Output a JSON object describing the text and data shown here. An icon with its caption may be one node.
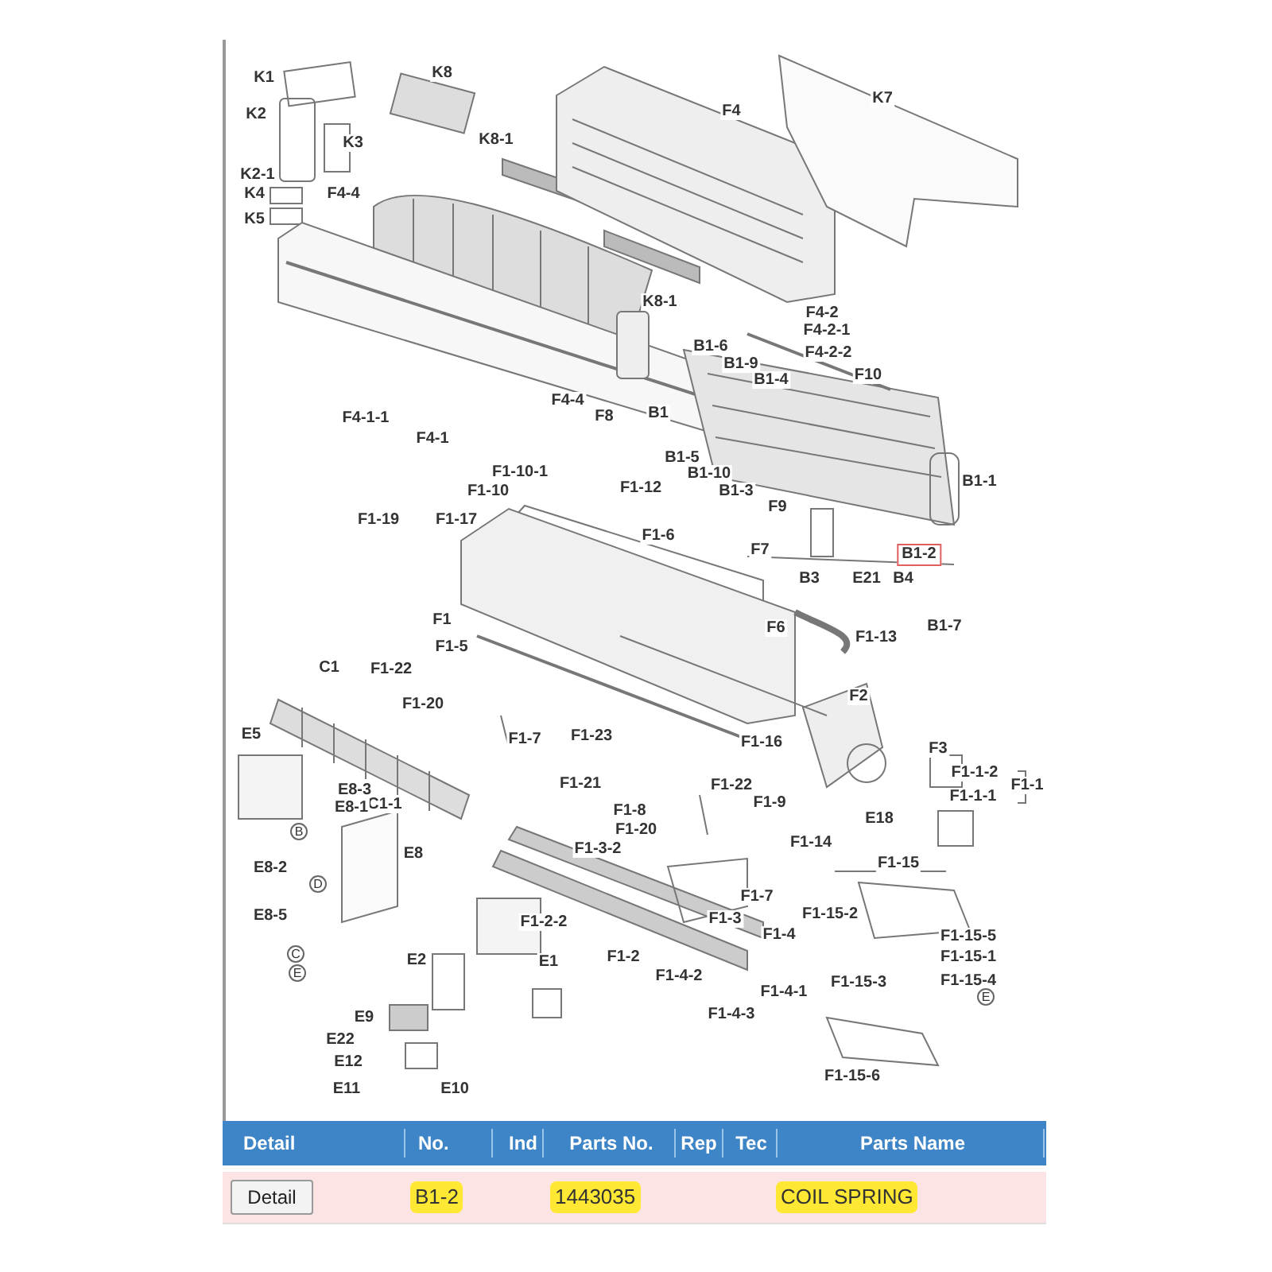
{
  "diagram": {
    "labels": [
      "K1",
      "K8",
      "K2",
      "K3",
      "K8-1",
      "K2-1",
      "K4",
      "F4",
      "K7",
      "K5",
      "F4-4",
      "F4-4",
      "F8",
      "F4-1-1",
      "F4-1",
      "K8-1",
      "F4-2",
      "F4-2-1",
      "F4-2-2",
      "B1-6",
      "B1-9",
      "F10",
      "B1-4",
      "B1",
      "B1-5",
      "B1-10",
      "B1-3",
      "F1-10-1",
      "F1-10",
      "F1-12",
      "B1-1",
      "F9",
      "F1-19",
      "F1-17",
      "F1-6",
      "F7",
      "B1-2",
      "B3",
      "E21",
      "B4",
      "F1",
      "B1-7",
      "F6",
      "F1-13",
      "F1-5",
      "F1-22",
      "C1",
      "F2",
      "F1-20",
      "F1-16",
      "F3",
      "F1-7",
      "F1-23",
      "E5",
      "F1-1-2",
      "F1-1",
      "F1-1-1",
      "F1-9",
      "F1-21",
      "F1-22",
      "E18",
      "E8-3",
      "C1-1",
      "E8-1",
      "F1-8",
      "F1-20",
      "F1-14",
      "F1-3-2",
      "E8",
      "B",
      "E8-2",
      "D",
      "F1-15",
      "F1-15-2",
      "F1-7",
      "F1-2-2",
      "F1-3",
      "E8-5",
      "F1-15-5",
      "F1-4",
      "F1-15-1",
      "C",
      "F1-2",
      "E2",
      "E1",
      "F1-15-3",
      "F1-15-4",
      "E",
      "E",
      "F1-4-2",
      "F1-4-1",
      "F1-4-3",
      "E9",
      "E22",
      "E12",
      "F1-15-6",
      "E10",
      "E11",
      "Detail",
      "No.",
      "Ind",
      "Parts No.",
      "Rep",
      "Tec",
      "Parts Name",
      "Detail",
      "B1-2",
      "1443035",
      "COIL SPRING"
    ]
  }
}
